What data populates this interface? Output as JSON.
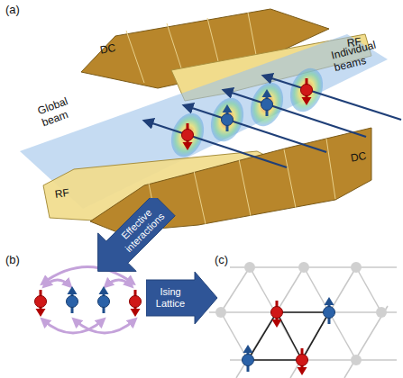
{
  "diagram": {
    "nodes": [
      {
        "text": [
          "Effective interactions"
        ]
      },
      {
        "text": [
          "Ising Lattice"
        ]
      }
    ],
    "labels": [
      "(a)",
      "DC",
      "RF",
      "Individual beams",
      "Global beam",
      "RF",
      "DC",
      "(b)",
      "(c)"
    ]
  }
}
